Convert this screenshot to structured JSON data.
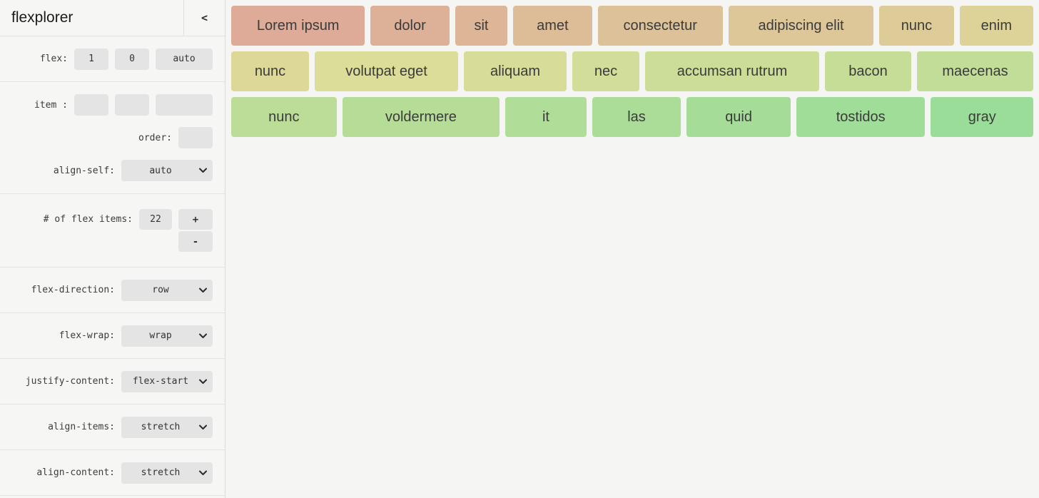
{
  "sidebar": {
    "title": "flexplorer",
    "collapse_label": "<",
    "flex": {
      "label": "flex:",
      "values": [
        "1",
        "0",
        "auto"
      ]
    },
    "item": {
      "label": "item :",
      "values": [
        "",
        "",
        ""
      ]
    },
    "order": {
      "label": "order:",
      "value": ""
    },
    "align_self": {
      "label": "align-self:",
      "value": "auto"
    },
    "num_items": {
      "label": "# of flex items:",
      "value": "22",
      "increment": "+",
      "decrement": "-"
    },
    "flex_direction": {
      "label": "flex-direction:",
      "value": "row"
    },
    "flex_wrap": {
      "label": "flex-wrap:",
      "value": "wrap"
    },
    "justify_content": {
      "label": "justify-content:",
      "value": "flex-start"
    },
    "align_items": {
      "label": "align-items:",
      "value": "stretch"
    },
    "align_content": {
      "label": "align-content:",
      "value": "stretch"
    }
  },
  "main": {
    "item_text_color": "#3b3b3b",
    "items": [
      {
        "label": "Lorem ipsum",
        "color": "#ddab98"
      },
      {
        "label": "dolor",
        "color": "#ddb198"
      },
      {
        "label": "sit",
        "color": "#ddb698"
      },
      {
        "label": "amet",
        "color": "#ddbc98"
      },
      {
        "label": "consectetur",
        "color": "#ddc198"
      },
      {
        "label": "adipiscing elit",
        "color": "#ddc798"
      },
      {
        "label": "nunc",
        "color": "#ddcc98"
      },
      {
        "label": "enim",
        "color": "#ddd298"
      },
      {
        "label": "nunc",
        "color": "#ddd798"
      },
      {
        "label": "volutpat eget",
        "color": "#dcdd98"
      },
      {
        "label": "aliquam",
        "color": "#d7dd98"
      },
      {
        "label": "nec",
        "color": "#d1dd98"
      },
      {
        "label": "accumsan rutrum",
        "color": "#ccdd98"
      },
      {
        "label": "bacon",
        "color": "#c6dd98"
      },
      {
        "label": "maecenas",
        "color": "#c1dd98"
      },
      {
        "label": "nunc",
        "color": "#bbdd98"
      },
      {
        "label": "voldermere",
        "color": "#b6dd98"
      },
      {
        "label": "it",
        "color": "#b0dd98"
      },
      {
        "label": "las",
        "color": "#abdd98"
      },
      {
        "label": "quid",
        "color": "#a5dd98"
      },
      {
        "label": "tostidos",
        "color": "#9fdd98"
      },
      {
        "label": "gray",
        "color": "#9add98"
      }
    ]
  }
}
